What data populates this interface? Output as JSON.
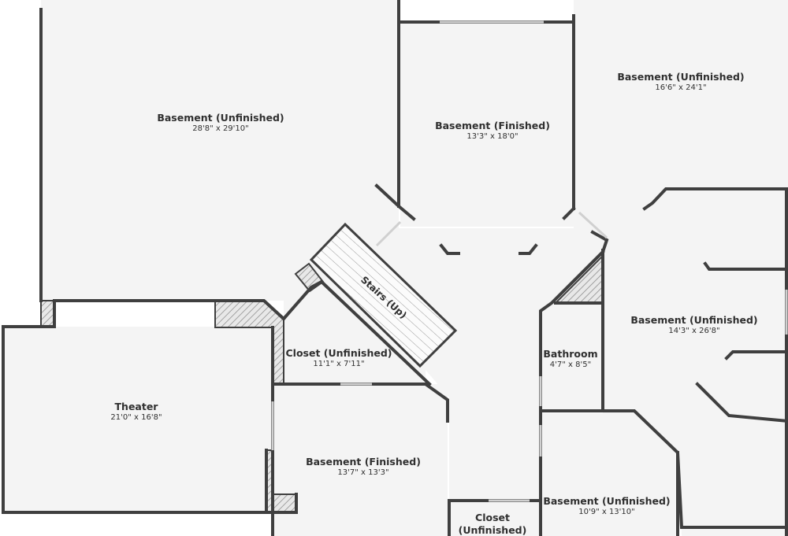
{
  "rooms": [
    {
      "id": "basement-unfinished-nw",
      "name": "Basement (Unfinished)",
      "dims": "28'8\" x 29'10\""
    },
    {
      "id": "basement-finished-north",
      "name": "Basement (Finished)",
      "dims": "13'3\" x 18'0\""
    },
    {
      "id": "basement-unfinished-ne",
      "name": "Basement (Unfinished)",
      "dims": "16'6\" x 24'1\""
    },
    {
      "id": "basement-unfinished-east",
      "name": "Basement (Unfinished)",
      "dims": "14'3\" x 26'8\""
    },
    {
      "id": "closet-unfinished-1",
      "name": "Closet (Unfinished)",
      "dims": "11'1\" x 7'11\""
    },
    {
      "id": "bathroom",
      "name": "Bathroom",
      "dims": "4'7\" x 8'5\""
    },
    {
      "id": "theater",
      "name": "Theater",
      "dims": "21'0\" x 16'8\""
    },
    {
      "id": "basement-finished-south",
      "name": "Basement (Finished)",
      "dims": "13'7\" x 13'3\""
    },
    {
      "id": "basement-unfinished-se",
      "name": "Basement (Unfinished)",
      "dims": "10'9\" x 13'10\""
    },
    {
      "id": "closet-unfinished-2",
      "name": "Closet\n(Unfinished)",
      "dims": ""
    }
  ],
  "stairs": {
    "label": "Stairs (Up)"
  },
  "colors": {
    "wall": "#3f3f3f",
    "floor": "#f4f4f4",
    "hatch": "#8a8a8a",
    "door": "#cfcfcf"
  }
}
